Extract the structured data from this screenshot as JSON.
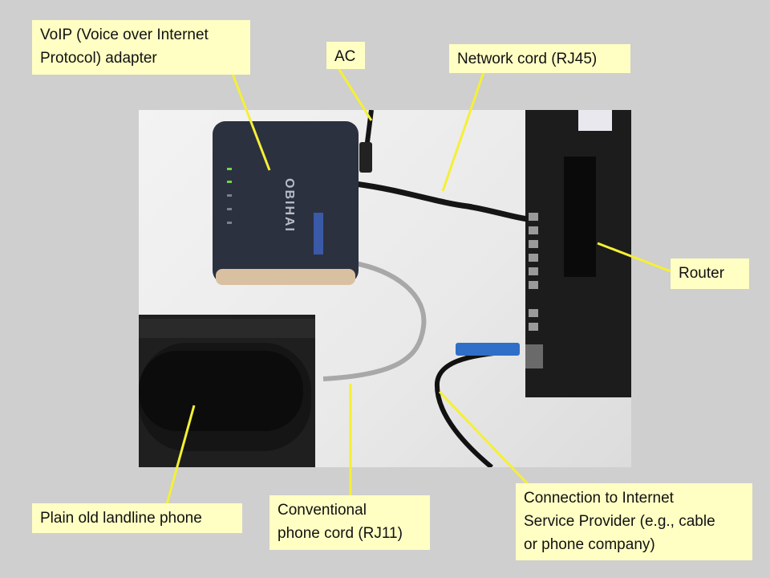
{
  "labels": {
    "voip_adapter": "VoIP (Voice over Internet\nProtocol) adapter",
    "ac": "AC",
    "network_cord": "Network cord (RJ45)",
    "router": "Router",
    "landline_phone": "Plain old landline phone",
    "phone_cord": "Conventional\nphone cord (RJ11)",
    "isp_connection": "Connection to Internet\nService Provider (e.g., cable\nor phone company)"
  },
  "photo_text": {
    "adapter_brand": "OBIHAI"
  },
  "colors": {
    "label_background": "#ffffc4",
    "leader_line": "#f5f035",
    "background": "#cfcfcf"
  }
}
